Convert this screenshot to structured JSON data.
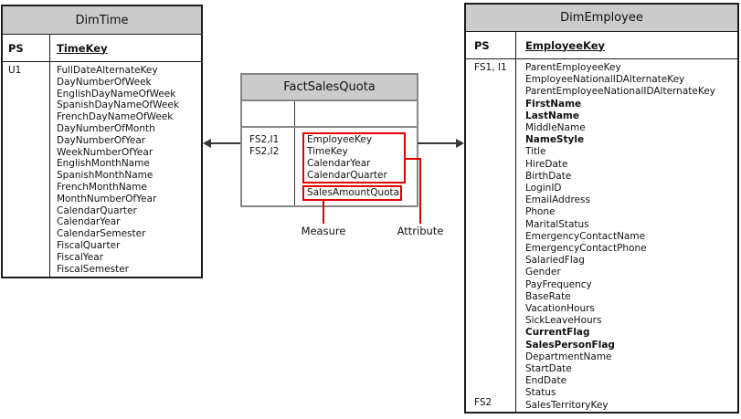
{
  "dim_time": {
    "title": "DimTime",
    "column_headers": {
      "key": "PS",
      "field": "TimeKey"
    },
    "row_key": "U1",
    "fields": [
      "FullDateAlternateKey",
      "DayNumberOfWeek",
      "EnglishDayNameOfWeek",
      "SpanishDayNameOfWeek",
      "FrenchDayNameOfWeek",
      "DayNumberOfMonth",
      "DayNumberOfYear",
      "WeekNumberOfYear",
      "EnglishMonthName",
      "SpanishMonthName",
      "FrenchMonthName",
      "MonthNumberOfYear",
      "CalendarQuarter",
      "CalendarYear",
      "CalendarSemester",
      "FiscalQuarter",
      "FiscalYear",
      "FiscalSemester"
    ]
  },
  "fact_sales_quota": {
    "title": "FactSalesQuota",
    "row_keys": [
      "FS2,I1",
      "FS2,I2"
    ],
    "attribute_fields": [
      "EmployeeKey",
      "TimeKey",
      "CalendarYear",
      "CalendarQuarter"
    ],
    "measure_fields": [
      "SalesAmountQuota"
    ]
  },
  "dim_employee": {
    "title": "DimEmployee",
    "column_headers": {
      "key": "PS",
      "field": "EmployeeKey"
    },
    "row_key_top": "FS1, I1",
    "row_key_bottom": "FS2",
    "fields": [
      {
        "name": "ParentEmployeeKey"
      },
      {
        "name": "EmployeeNationalIDAlternateKey"
      },
      {
        "name": "ParentEmployeeNationalIDAlternateKey"
      },
      {
        "name": "FirstName",
        "bold": true
      },
      {
        "name": "LastName",
        "bold": true
      },
      {
        "name": "MiddleName"
      },
      {
        "name": "NameStyle",
        "bold": true
      },
      {
        "name": "Title"
      },
      {
        "name": "HireDate"
      },
      {
        "name": "BirthDate"
      },
      {
        "name": "LoginID"
      },
      {
        "name": "EmailAddress"
      },
      {
        "name": "Phone"
      },
      {
        "name": "MaritalStatus"
      },
      {
        "name": "EmergencyContactName"
      },
      {
        "name": "EmergencyContactPhone"
      },
      {
        "name": "SalariedFlag"
      },
      {
        "name": "Gender"
      },
      {
        "name": "PayFrequency"
      },
      {
        "name": "BaseRate"
      },
      {
        "name": "VacationHours"
      },
      {
        "name": "SickLeaveHours"
      },
      {
        "name": "CurrentFlag",
        "bold": true
      },
      {
        "name": "SalesPersonFlag",
        "bold": true
      },
      {
        "name": "DepartmentName"
      },
      {
        "name": "StartDate"
      },
      {
        "name": "EndDate"
      },
      {
        "name": "Status"
      },
      {
        "name": "SalesTerritoryKey"
      }
    ]
  },
  "annotations": {
    "measure": "Measure",
    "attribute": "Attribute"
  },
  "colors": {
    "header_bg": "#cbcbcb",
    "highlight": "#e00000",
    "fact_border": "#868686",
    "dim_border": "#1c1c1c",
    "arrow": "#373737"
  }
}
